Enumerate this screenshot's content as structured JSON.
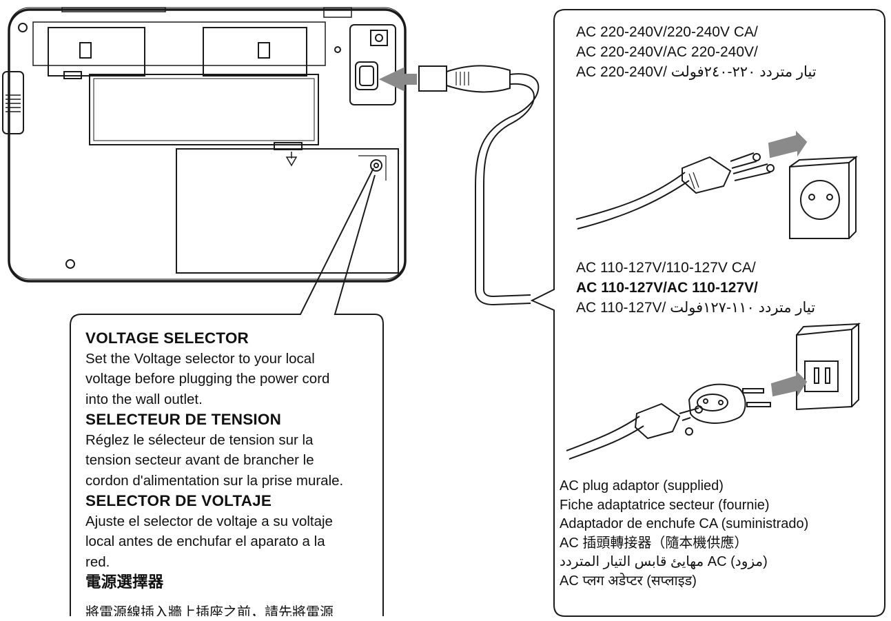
{
  "ac_high": {
    "line1": "AC 220-240V/220-240V CA/",
    "line2": "AC 220-240V/AC 220-240V/",
    "line3": "AC 220-240V/ تيار متردد ٢٢٠-٢٤٠فولت"
  },
  "ac_low": {
    "line1": "AC 110-127V/110-127V CA/",
    "line2": "AC 110-127V/AC 110-127V/",
    "line3": "AC 110-127V/ تيار متردد ١١٠-١٢٧فولت"
  },
  "adaptor_caption": {
    "en": "AC plug adaptor (supplied)",
    "fr": "Fiche adaptatrice secteur (fournie)",
    "es": "Adaptador de enchufe CA (suministrado)",
    "zh": "AC 插頭轉接器（隨本機供應）",
    "ar": "مهايئ قابس التيار المتردد AC (مزود)",
    "hi": "AC प्लग अडेप्टर (सप्लाइड)"
  },
  "voltage_selector": {
    "en_title": "VOLTAGE SELECTOR",
    "en_line1": "Set the Voltage selector to your local",
    "en_line2": "voltage before plugging the power cord",
    "en_line3": "into the wall outlet.",
    "fr_title": "SELECTEUR DE TENSION",
    "fr_line1": "Réglez le sélecteur de tension sur la",
    "fr_line2": "tension secteur avant de brancher le",
    "fr_line3": "cordon d'alimentation sur la prise murale.",
    "es_title": "SELECTOR DE VOLTAJE",
    "es_line1": "Ajuste el selector de voltaje a su voltaje",
    "es_line2": "local antes de enchufar el aparato a la",
    "es_line3": "red.",
    "zh_title": "電源選擇器",
    "zh_line1": "將電源線插入牆上插座之前，請先將電源"
  }
}
